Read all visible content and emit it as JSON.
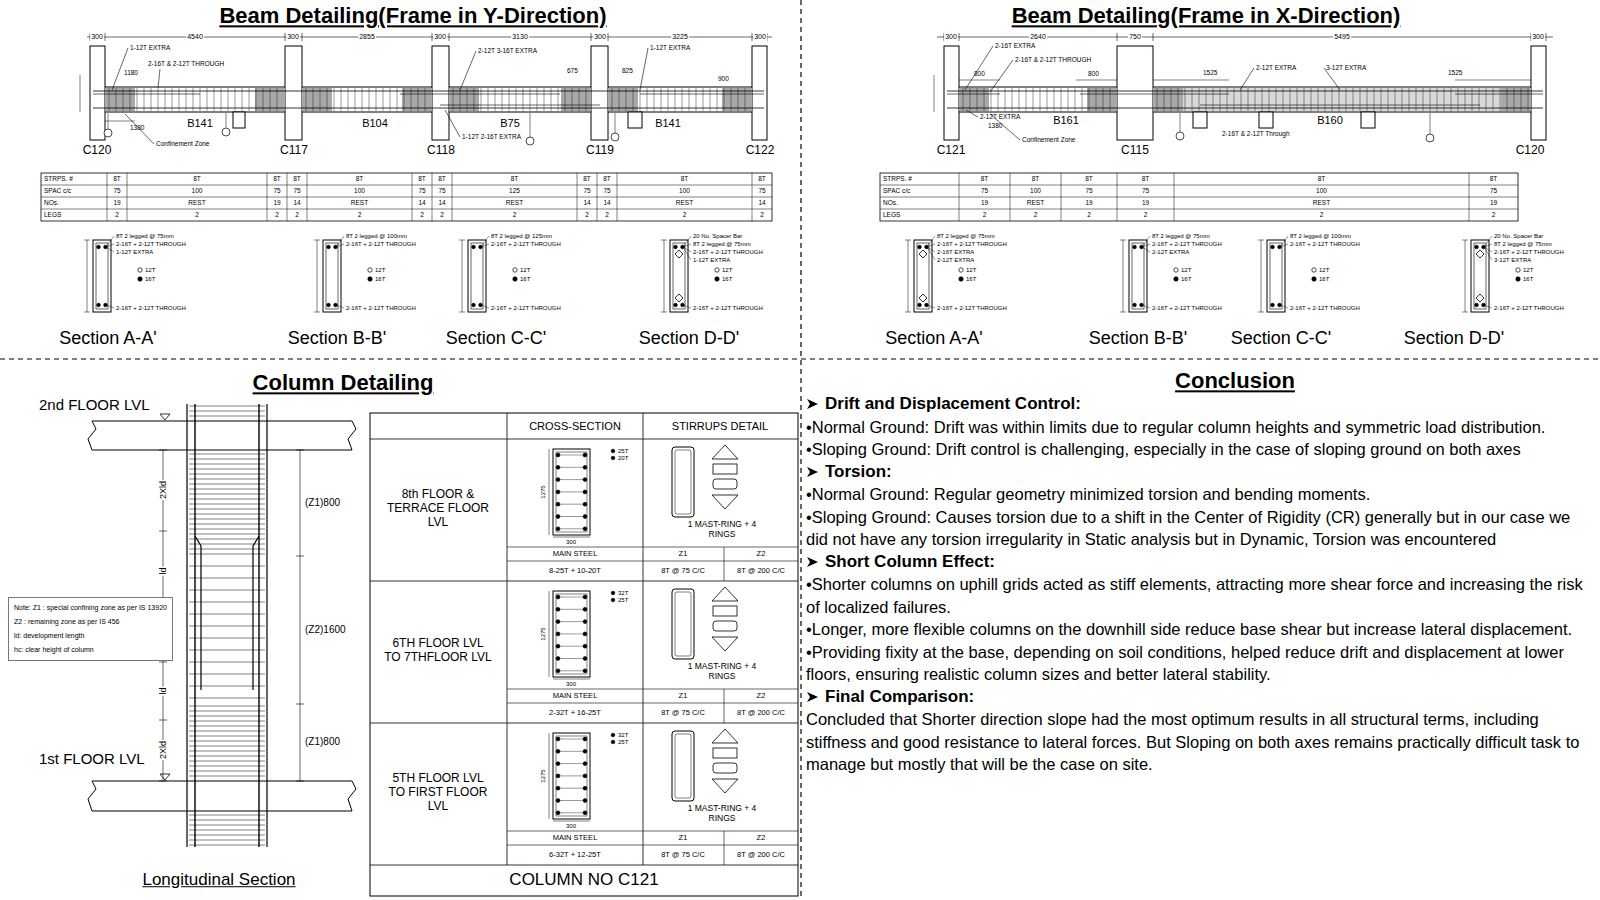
{
  "diagram": {
    "nodes": [
      {
        "text": [
          "Note: Z1 : special confining zone as per IS 13920",
          "Z2 : remaining zone as per IS 456",
          "ld: development length",
          "hc: clear height of column"
        ]
      }
    ],
    "labels": [
      "Beam Detailing(Frame in Y-Direction)",
      "300",
      "4540",
      "300",
      "2855",
      "300",
      "3130",
      "300",
      "3225",
      "300",
      "1-12T EXTRA",
      "2-16T & 2-12T THROUGH",
      "1180",
      "2-12T 3-16T EXTRA",
      "675",
      "825",
      "1-12T EXTRA",
      "900",
      "1380",
      "Confinement Zone",
      "B141",
      "B104",
      "B75",
      "1-12T 2-16T EXTRA",
      "B141",
      "C120",
      "C117",
      "C118",
      "C119",
      "C122",
      "STRPS. #",
      "8T",
      "8T",
      "8T",
      "8T",
      "8T",
      "8T",
      "8T",
      "8T",
      "8T",
      "8T",
      "8T",
      "8T",
      "SPAC c/c",
      "75",
      "100",
      "75",
      "75",
      "100",
      "75",
      "75",
      "125",
      "75",
      "75",
      "100",
      "75",
      "NOs.",
      "19",
      "REST",
      "19",
      "14",
      "REST",
      "14",
      "14",
      "REST",
      "14",
      "14",
      "REST",
      "14",
      "LEGS",
      "2",
      "2",
      "2",
      "2",
      "2",
      "2",
      "2",
      "2",
      "2",
      "2",
      "2",
      "2",
      "8T 2 legged @ 75mm",
      "2-16T + 2-12T THROUGH",
      "1-12T EXTRA",
      "2-16T + 2-12T THROUGH",
      "12T",
      "16T",
      "Section A-A'",
      "8T 2 legged @ 100mm",
      "2-16T + 2-12T THROUGH",
      "2-16T + 2-12T THROUGH",
      "12T",
      "16T",
      "Section B-B'",
      "8T 2 legged @ 125mm",
      "2-16T + 2-12T THROUGH",
      "2-16T + 2-12T THROUGH",
      "12T",
      "16T",
      "Section C-C'",
      "20 No. Spacer Bar",
      "8T 2 legged @ 75mm",
      "2-16T + 2-12T THROUGH",
      "1-12T EXTRA",
      "2-16T + 2-12T THROUGH",
      "12T",
      "16T",
      "Section D-D'",
      "Beam Detailing(Frame in X-Direction)",
      "300",
      "2640",
      "750",
      "5495",
      "300",
      "2-16T EXTRA",
      "2-16T & 2-12T THROUGH",
      "800",
      "800",
      "1525",
      "2-12T EXTRA",
      "3-12T EXTRA",
      "1525",
      "2-12T EXTRA",
      "1380",
      "B161",
      "Confinement Zone",
      "2-16T & 2-12T Through",
      "B160",
      "C121",
      "C115",
      "C120",
      "STRPS. #",
      "8T",
      "8T",
      "8T",
      "8T",
      "8T",
      "8T",
      "SPAC c/c",
      "75",
      "100",
      "75",
      "75",
      "100",
      "75",
      "NOs.",
      "19",
      "REST",
      "19",
      "19",
      "REST",
      "19",
      "LEGS",
      "2",
      "2",
      "2",
      "2",
      "2",
      "2",
      "8T 2 legged @ 75mm",
      "2-16T + 2-12T THROUGH",
      "2-16T EXTRA",
      "2-12T EXTRA",
      "2-16T + 2-12T THROUGH",
      "12T",
      "16T",
      "Section A-A'",
      "8T 2 legged @ 75mm",
      "2-16T + 2-12T THROUGH",
      "2-12T EXTRA",
      "2-16T + 2-12T THROUGH",
      "12T",
      "16T",
      "Section B-B'",
      "8T 2 legged @ 100mm",
      "2-16T + 2-12T THROUGH",
      "2-16T + 2-12T THROUGH",
      "12T",
      "16T",
      "Section C-C'",
      "20 No. Spacer Bar",
      "8T 2 legged @ 75mm",
      "2-16T + 2-12T THROUGH",
      "3-12T EXTRA",
      "2-16T + 2-12T THROUGH",
      "12T",
      "16T",
      "Section D-D'",
      "Column Detailing",
      "2nd FLOOR LVL",
      "1st FLOOR LVL",
      "2Xld",
      "ld",
      "ld",
      "2Xld",
      "(Z1)800",
      "(Z2)1600",
      "(Z1)800",
      "Longitudinal Section",
      "CROSS-SECTION",
      "STIRRUPS DETAIL",
      "8th FLOOR & TERRACE FLOOR LVL",
      "25T",
      "20T",
      "1275",
      "300",
      "1 MAST-RING + 4 RINGS",
      "MAIN STEEL",
      "Z1",
      "Z2",
      "8-25T + 10-20T",
      "8T @ 75 C/C",
      "8T @ 200 C/C",
      "6TH FLOOR LVL TO 7THFLOOR LVL",
      "32T",
      "25T",
      "1275",
      "300",
      "1 MAST-RING + 4 RINGS",
      "MAIN STEEL",
      "Z1",
      "Z2",
      "2-32T + 16-25T",
      "8T @ 75 C/C",
      "8T @ 200 C/C",
      "5TH FLOOR LVL TO FIRST FLOOR LVL",
      "32T",
      "25T",
      "1275",
      "300",
      "1 MAST-RING + 4 RINGS",
      "MAIN STEEL",
      "Z1",
      "Z2",
      "6-32T + 12-25T",
      "8T @ 75 C/C",
      "8T @ 200 C/C",
      "COLUMN NO C121",
      "Conclusion",
      "Drift and Displacement Control:",
      "•Normal Ground: Drift was within limits due to regular column heights and symmetric load distribution.",
      "•Sloping Ground: Drift control is challenging, especially in the case of sloping ground on both axes",
      "Torsion:",
      "•Normal Ground: Regular geometry minimized torsion and bending moments.",
      "•Sloping Ground: Causes torsion due to a shift in the Center of Rigidity (CR) generally but in our case we did not have any torsion irregularity in Static analysis but in Dynamic, Torsion was encountered",
      "Short Column Effect:",
      "•Shorter columns on uphill grids acted as stiff elements, attracting more shear force and increasing the risk of localized failures.",
      "•Longer, more flexible columns on the downhill side reduce base shear but increase lateral displacement.",
      "•Providing fixity at the base, depending on soil conditions, helped reduce drift and displacement at lower floors, ensuring realistic column sizes and better lateral stability.",
      "Final Comparison:",
      "Concluded that Shorter direction slope had the most optimum results in all structural terms, including stiffness and good resistance to lateral forces. But Sloping on both axes remains practically difficult task to manage but mostly that will be the case on site."
    ]
  }
}
